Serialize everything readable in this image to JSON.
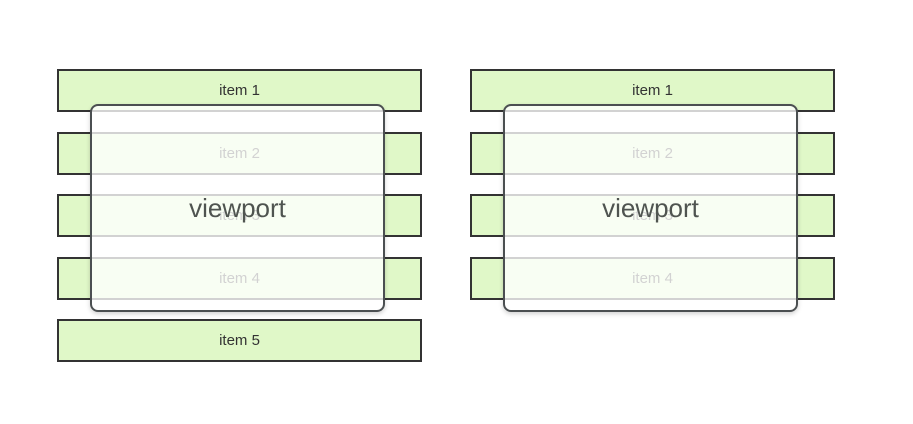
{
  "colors": {
    "page_bg": "#ffffff",
    "item_fill": "#e0f8c8",
    "item_border": "#333333",
    "item_text": "#333333",
    "viewport_border": "#4b4f51",
    "viewport_fill": "rgba(255,255,255,0.78)",
    "viewport_text": "#4f5450"
  },
  "diagrams": [
    {
      "name": "scrolled-list-with-five-items",
      "viewport_label": "viewport",
      "items": [
        {
          "label": "item 1"
        },
        {
          "label": "item 2"
        },
        {
          "label": "item 3"
        },
        {
          "label": "item 4"
        },
        {
          "label": "item 5"
        }
      ]
    },
    {
      "name": "scrolled-list-with-four-items",
      "viewport_label": "viewport",
      "items": [
        {
          "label": "item 1"
        },
        {
          "label": "item 2"
        },
        {
          "label": "item 3"
        },
        {
          "label": "item 4"
        }
      ]
    }
  ]
}
